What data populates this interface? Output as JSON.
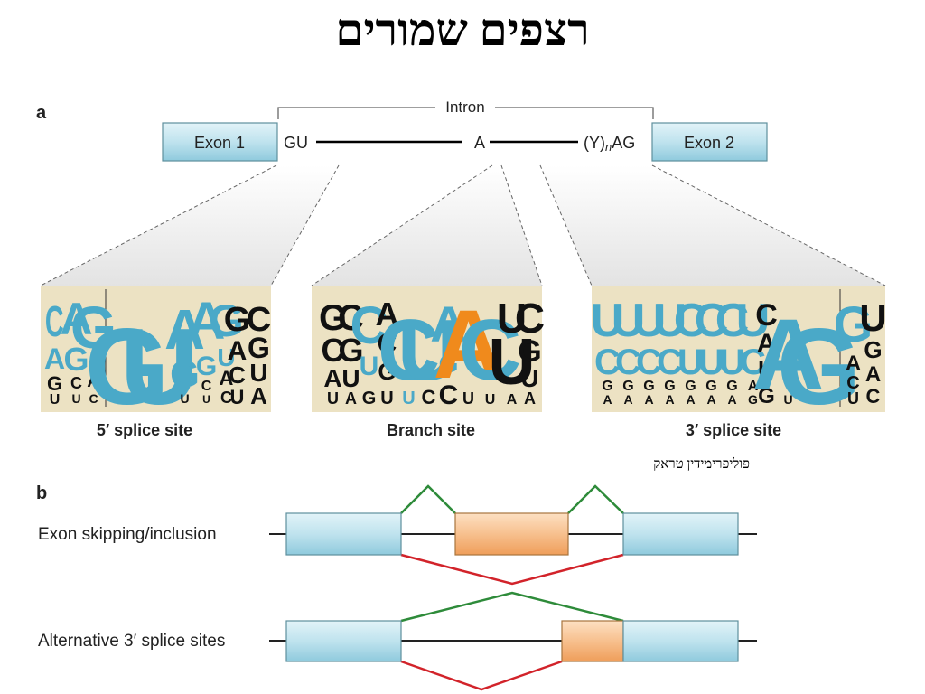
{
  "title": "רצפים שמורים",
  "note": "פוליפרימידין טראק",
  "panel_a": {
    "label": "a",
    "intron_label": "Intron",
    "exon1": "Exon 1",
    "exon2": "Exon 2",
    "gu": "GU",
    "branch_a": "A",
    "y": "(Y)",
    "n": "n",
    "ag": "AG",
    "logos": [
      {
        "caption": "5′ splice site"
      },
      {
        "caption": "Branch site"
      },
      {
        "caption": "3′ splice site"
      }
    ]
  },
  "panel_b": {
    "label": "b",
    "rows": [
      {
        "label": "Exon skipping/inclusion"
      },
      {
        "label": "Alternative 3′ splice sites"
      }
    ]
  },
  "colors": {
    "exon_fill": "#bfe3ee",
    "alt_exon_fill": "#f7c08e",
    "inclusion_line": "#2e8b3a",
    "skipping_line": "#d2232a",
    "logo_bg": "#ece2c3",
    "nuc_blue": "#4aa9c8",
    "nuc_black": "#111111",
    "nuc_orange": "#f08a1c"
  }
}
